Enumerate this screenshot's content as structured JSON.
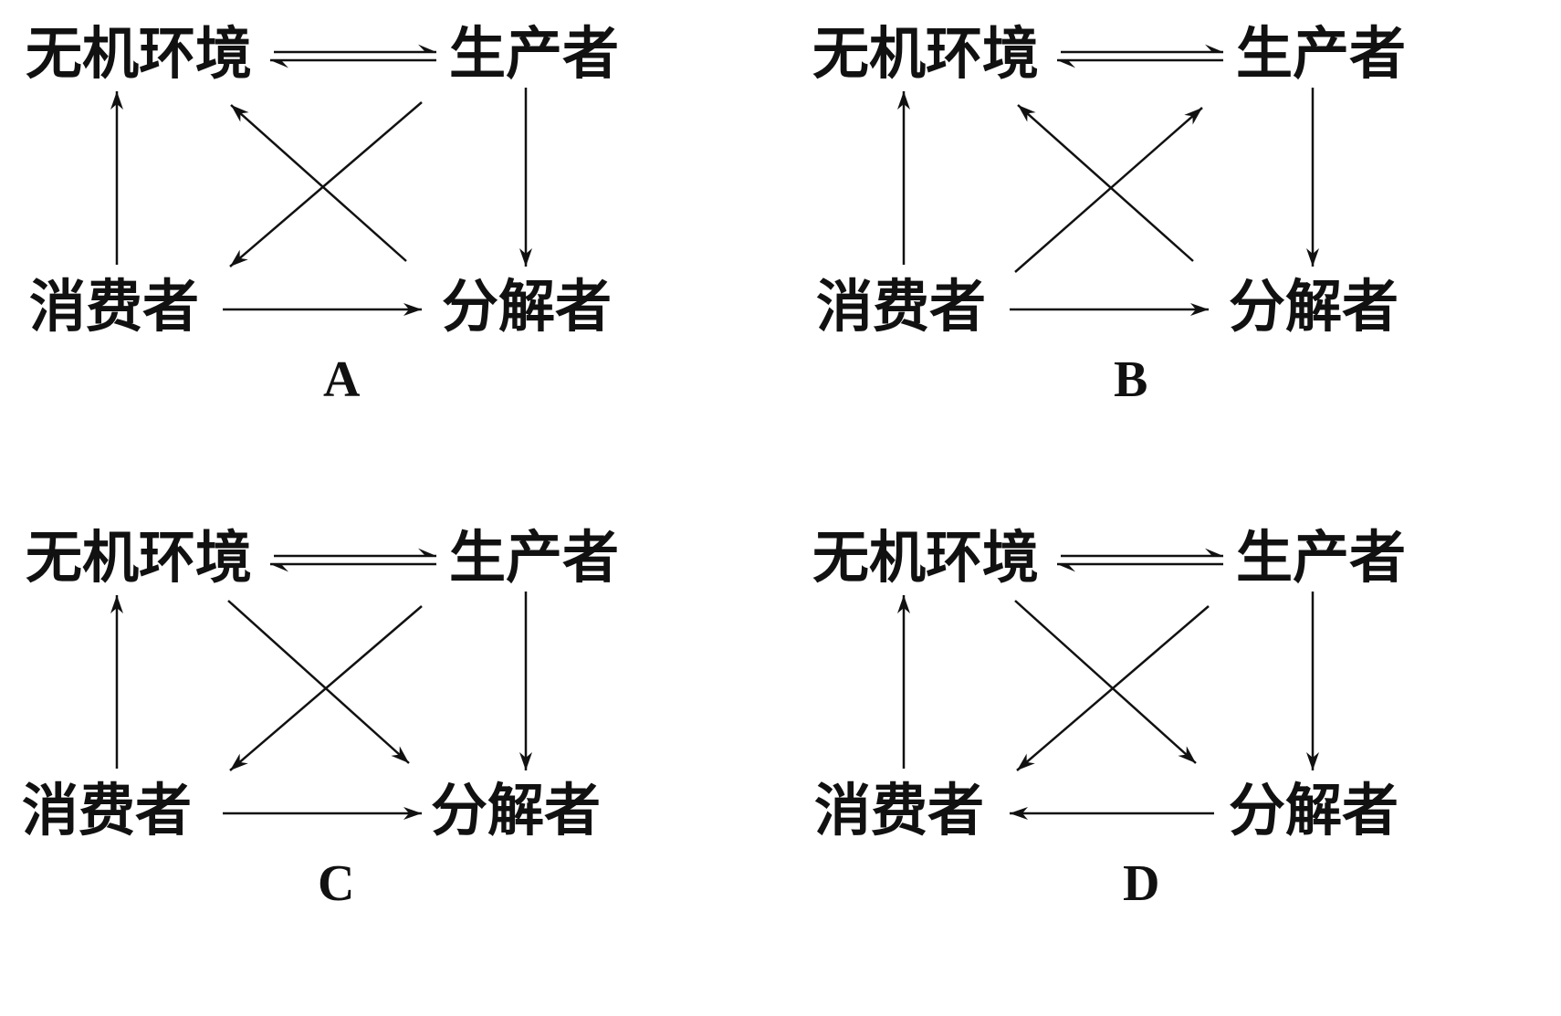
{
  "nodes": {
    "abiotic": "无机环境",
    "producer": "生产者",
    "consumer": "消费者",
    "decomposer": "分解者"
  },
  "panels": [
    {
      "label": "A",
      "arrows": [
        [
          "abiotic",
          "producer"
        ],
        [
          "producer",
          "abiotic"
        ],
        [
          "consumer",
          "abiotic"
        ],
        [
          "producer",
          "consumer"
        ],
        [
          "decomposer",
          "abiotic"
        ],
        [
          "producer",
          "decomposer"
        ],
        [
          "consumer",
          "decomposer"
        ]
      ]
    },
    {
      "label": "B",
      "arrows": [
        [
          "abiotic",
          "producer"
        ],
        [
          "producer",
          "abiotic"
        ],
        [
          "consumer",
          "abiotic"
        ],
        [
          "consumer",
          "producer"
        ],
        [
          "decomposer",
          "abiotic"
        ],
        [
          "producer",
          "decomposer"
        ],
        [
          "consumer",
          "decomposer"
        ]
      ]
    },
    {
      "label": "C",
      "arrows": [
        [
          "abiotic",
          "producer"
        ],
        [
          "producer",
          "abiotic"
        ],
        [
          "consumer",
          "abiotic"
        ],
        [
          "producer",
          "consumer"
        ],
        [
          "abiotic",
          "decomposer"
        ],
        [
          "producer",
          "decomposer"
        ],
        [
          "consumer",
          "decomposer"
        ]
      ]
    },
    {
      "label": "D",
      "arrows": [
        [
          "abiotic",
          "producer"
        ],
        [
          "producer",
          "abiotic"
        ],
        [
          "consumer",
          "abiotic"
        ],
        [
          "producer",
          "consumer"
        ],
        [
          "abiotic",
          "decomposer"
        ],
        [
          "producer",
          "decomposer"
        ],
        [
          "decomposer",
          "consumer"
        ]
      ]
    }
  ]
}
